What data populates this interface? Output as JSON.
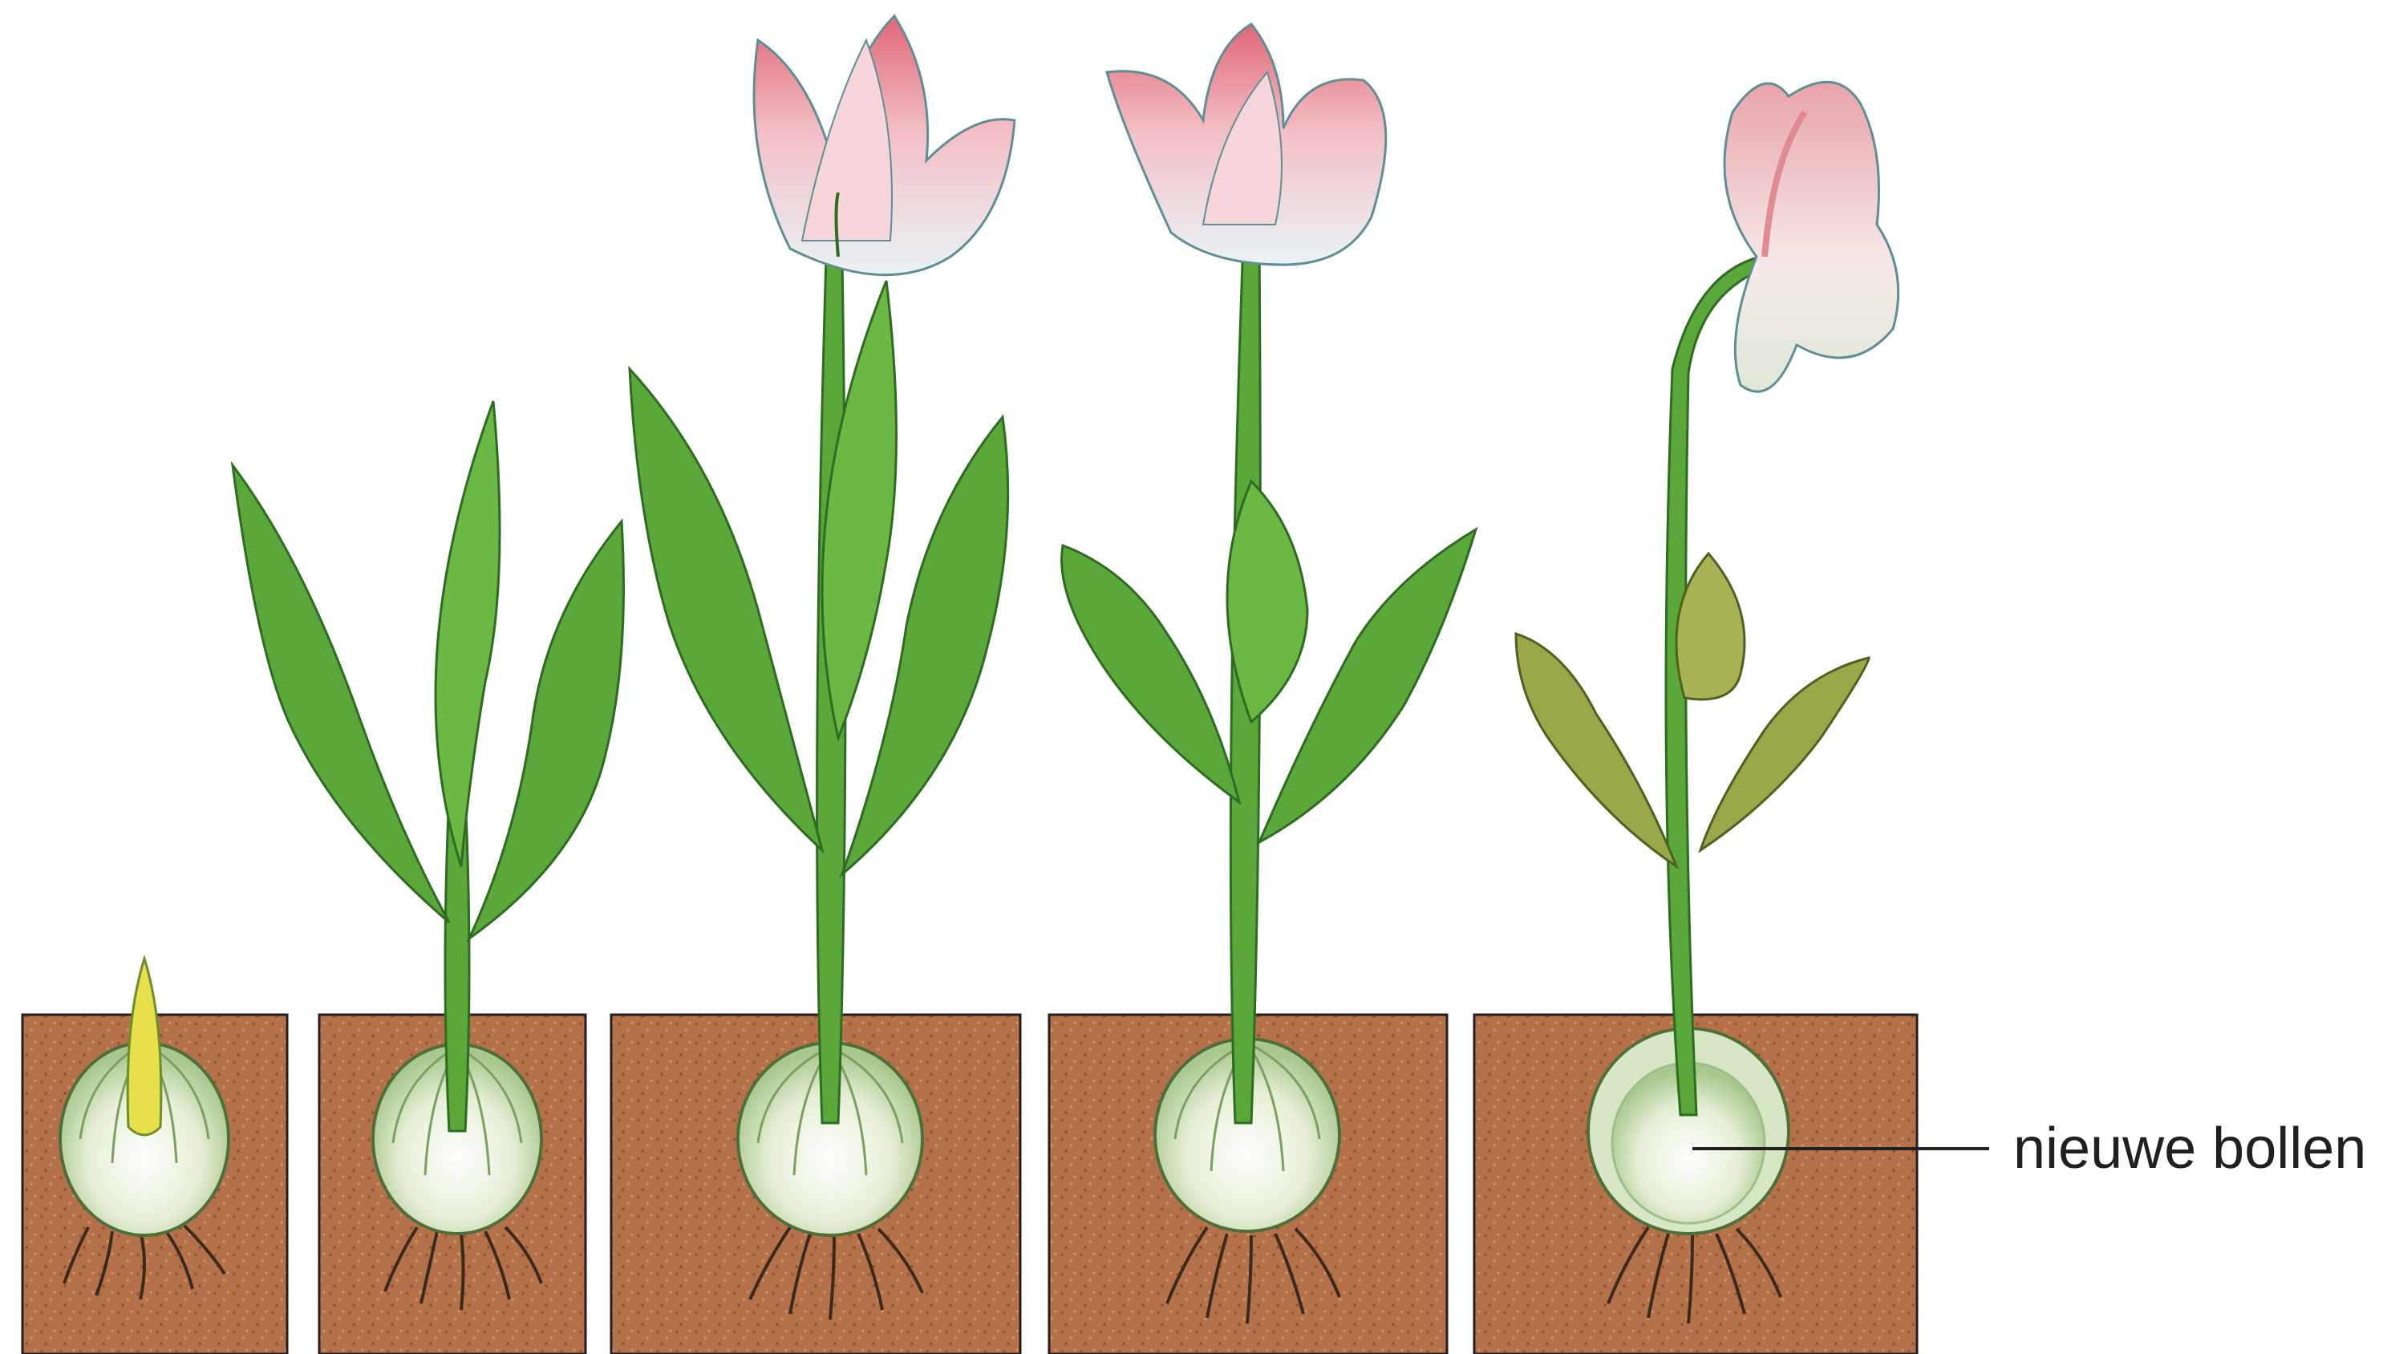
{
  "annotation": {
    "label": "nieuwe bollen"
  },
  "stages": [
    {
      "stage": 1,
      "shoot": "sprout",
      "flower": "none"
    },
    {
      "stage": 2,
      "shoot": "leaves",
      "flower": "none"
    },
    {
      "stage": 3,
      "shoot": "leaves",
      "flower": "bud"
    },
    {
      "stage": 4,
      "shoot": "leaves",
      "flower": "open"
    },
    {
      "stage": 5,
      "shoot": "wilting",
      "flower": "wilted"
    }
  ],
  "colors": {
    "soil": "#b5724a",
    "soil_dark": "#9c5a34",
    "leaf": "#5aa83a",
    "leaf_dark": "#2f6b22",
    "bulb": "#e8f0d8",
    "petal_pink": "#e27b86",
    "petal_white": "#f4f7f4",
    "wilt": "#9aa84a",
    "line": "#231f20"
  }
}
